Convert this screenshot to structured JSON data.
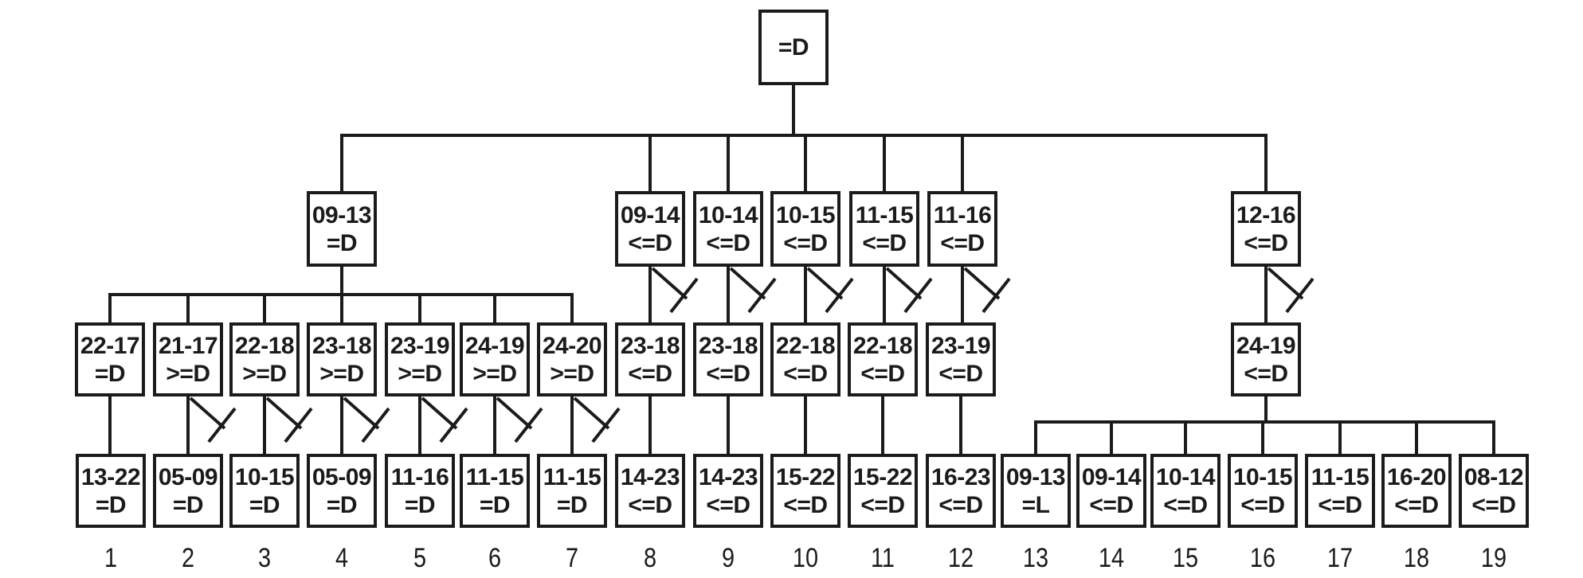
{
  "diagram_type": "decision-tree",
  "colors": {
    "line": "#1b1b1b",
    "text": "#1b1b1b",
    "background": "#ffffff"
  },
  "root": {
    "relation": "=D"
  },
  "levels": {
    "l2": [
      {
        "range": "09-13",
        "relation": "=D"
      },
      {
        "range": "09-14",
        "relation": "<=D"
      },
      {
        "range": "10-14",
        "relation": "<=D"
      },
      {
        "range": "10-15",
        "relation": "<=D"
      },
      {
        "range": "11-15",
        "relation": "<=D"
      },
      {
        "range": "11-16",
        "relation": "<=D"
      },
      {
        "range": "12-16",
        "relation": "<=D"
      }
    ],
    "l3": [
      {
        "range": "22-17",
        "relation": "=D"
      },
      {
        "range": "21-17",
        "relation": ">=D"
      },
      {
        "range": "22-18",
        "relation": ">=D"
      },
      {
        "range": "23-18",
        "relation": ">=D"
      },
      {
        "range": "23-19",
        "relation": ">=D"
      },
      {
        "range": "24-19",
        "relation": ">=D"
      },
      {
        "range": "24-20",
        "relation": ">=D"
      },
      {
        "range": "23-18",
        "relation": "<=D"
      },
      {
        "range": "23-18",
        "relation": "<=D"
      },
      {
        "range": "22-18",
        "relation": "<=D"
      },
      {
        "range": "22-18",
        "relation": "<=D"
      },
      {
        "range": "23-19",
        "relation": "<=D"
      },
      {
        "range": "24-19",
        "relation": "<=D"
      }
    ],
    "l4": [
      {
        "range": "13-22",
        "relation": "=D"
      },
      {
        "range": "05-09",
        "relation": "=D"
      },
      {
        "range": "10-15",
        "relation": "=D"
      },
      {
        "range": "05-09",
        "relation": "=D"
      },
      {
        "range": "11-16",
        "relation": "=D"
      },
      {
        "range": "11-15",
        "relation": "=D"
      },
      {
        "range": "11-15",
        "relation": "=D"
      },
      {
        "range": "14-23",
        "relation": "<=D"
      },
      {
        "range": "14-23",
        "relation": "<=D"
      },
      {
        "range": "15-22",
        "relation": "<=D"
      },
      {
        "range": "15-22",
        "relation": "<=D"
      },
      {
        "range": "16-23",
        "relation": "<=D"
      },
      {
        "range": "09-13",
        "relation": "=L"
      },
      {
        "range": "09-14",
        "relation": "<=D"
      },
      {
        "range": "10-14",
        "relation": "<=D"
      },
      {
        "range": "10-15",
        "relation": "<=D"
      },
      {
        "range": "11-15",
        "relation": "<=D"
      },
      {
        "range": "16-20",
        "relation": "<=D"
      },
      {
        "range": "08-12",
        "relation": "<=D"
      }
    ]
  },
  "leaf_numbers": [
    "1",
    "2",
    "3",
    "4",
    "5",
    "6",
    "7",
    "8",
    "9",
    "10",
    "11",
    "12",
    "13",
    "14",
    "15",
    "16",
    "17",
    "18",
    "19"
  ]
}
